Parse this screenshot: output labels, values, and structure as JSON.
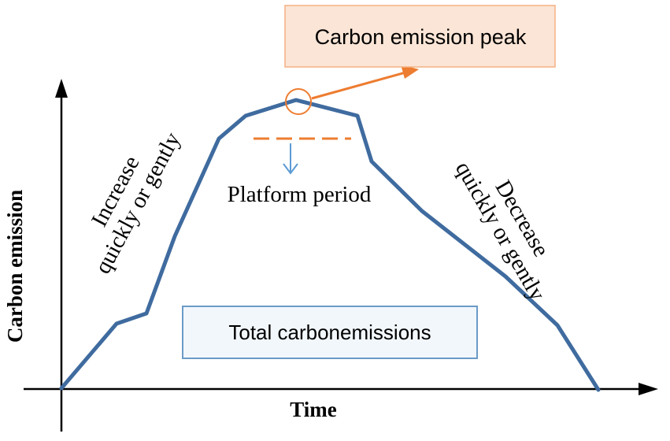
{
  "axes": {
    "y_label": "Carbon emission",
    "x_label": "Time"
  },
  "labels": {
    "increase_line1": "Increase",
    "increase_line2": "quickly or gently",
    "decrease_line1": "Decrease",
    "decrease_line2": "quickly or gently",
    "platform": "Platform period",
    "total": "Total carbonemissions",
    "peak": "Carbon emission peak"
  },
  "colors": {
    "curve": "#3f6b9f",
    "accent": "#ed7d31",
    "platform_arrow": "#5b9bd5",
    "peak_box_fill": "#fbe5d6",
    "peak_box_stroke": "#f4b183",
    "total_box_fill": "#f2f7fb",
    "total_box_stroke": "#6b9bc8",
    "axis": "#000000"
  }
}
